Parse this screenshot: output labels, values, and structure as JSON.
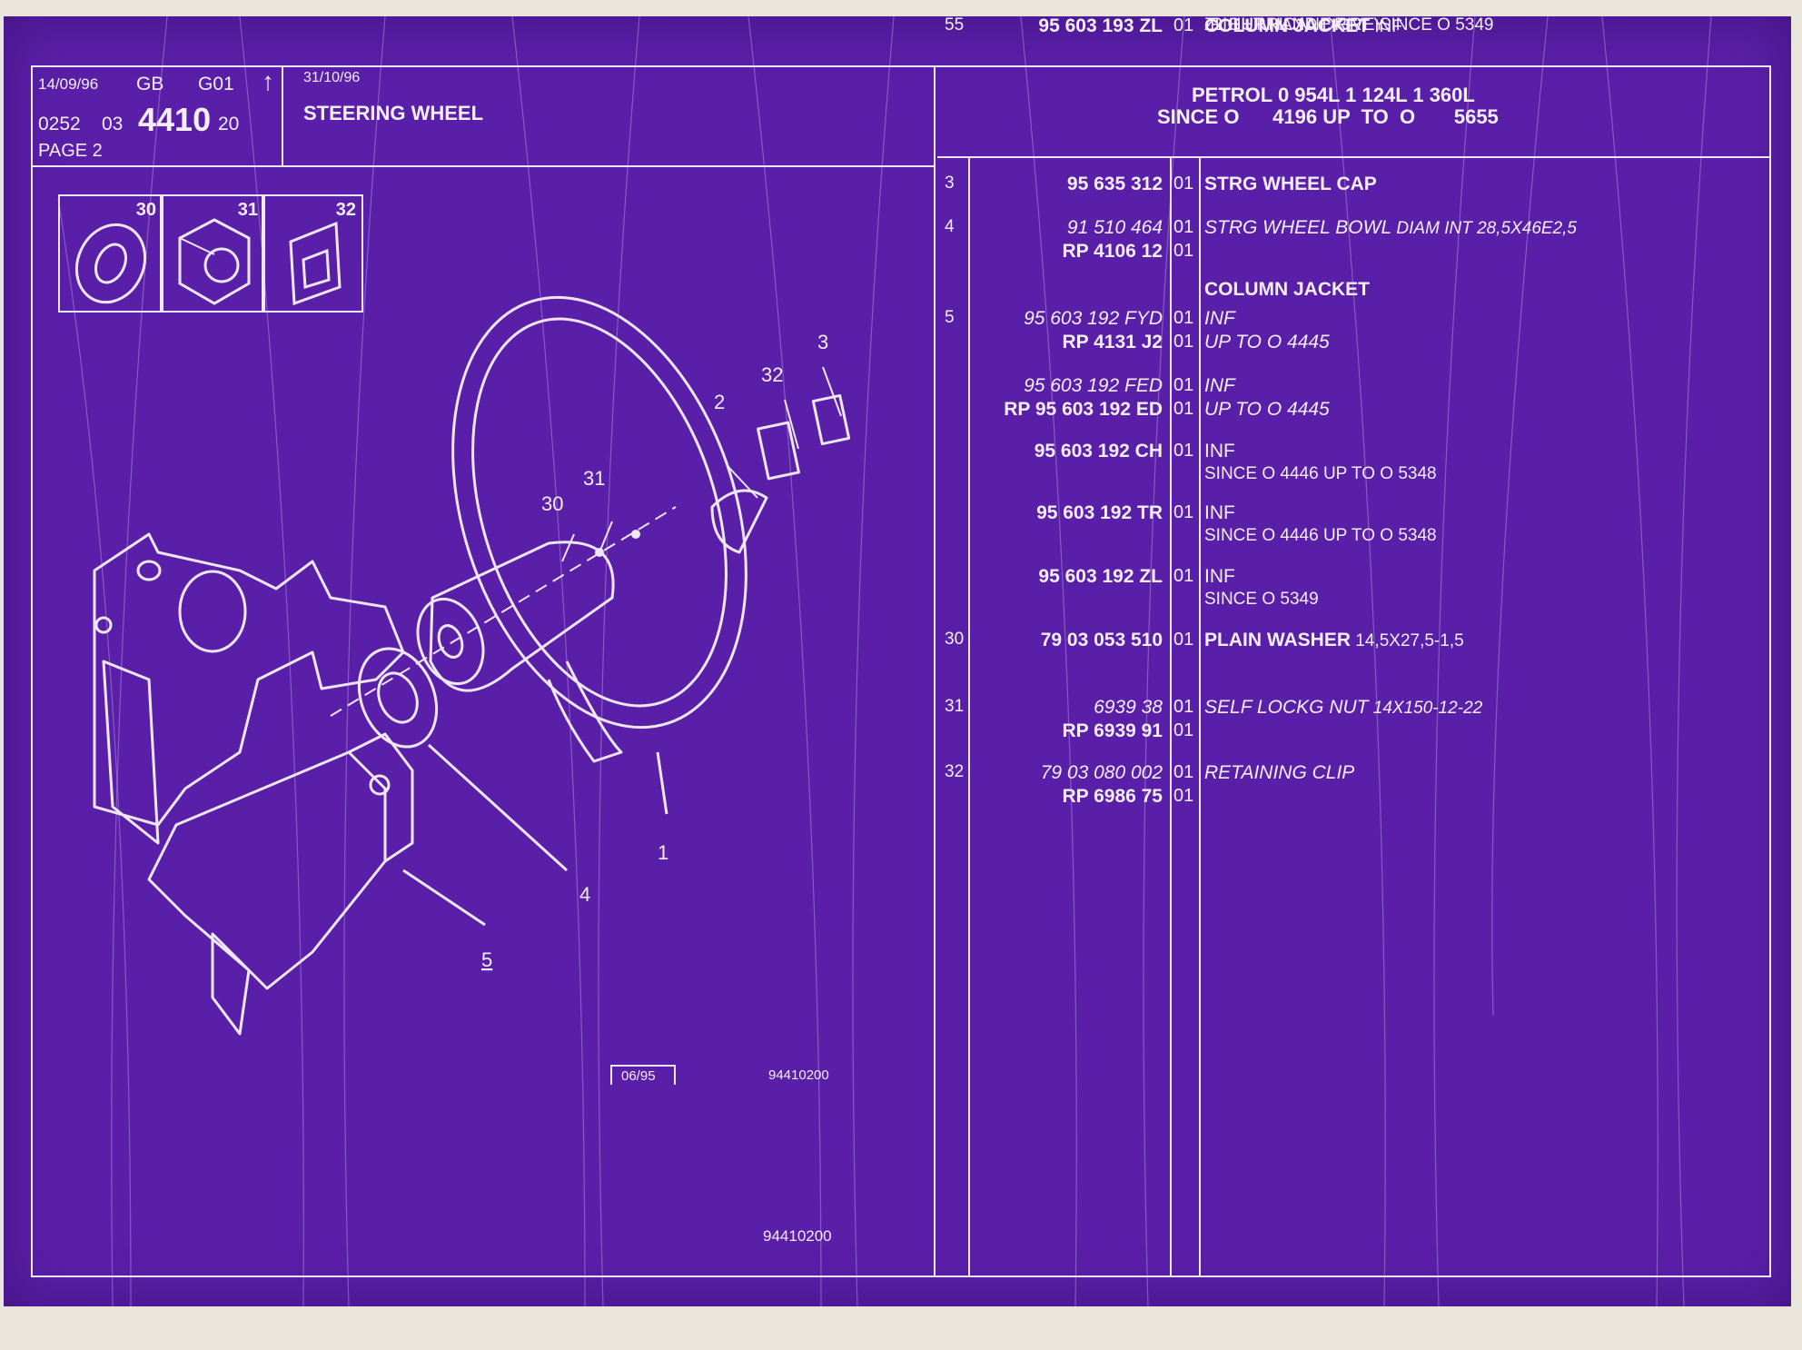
{
  "header": {
    "date_left": "14/09/96",
    "country": "GB",
    "group_code": "G01",
    "arrow_glyph": "↑",
    "code_a": "0252",
    "code_b": "03",
    "section": "4410",
    "code_c": "20",
    "page": "PAGE 2",
    "date_right": "31/10/96",
    "title": "STEERING WHEEL",
    "engine_line": "PETROL 0 954L 1 124L 1 360L",
    "range_line": "SINCE O      4196 UP  TO  O       5655"
  },
  "thumbnails": [
    {
      "num": "30",
      "icon": "washer-icon"
    },
    {
      "num": "31",
      "icon": "nut-icon"
    },
    {
      "num": "32",
      "icon": "clip-icon"
    }
  ],
  "diagram": {
    "callouts": [
      "1",
      "2",
      "3",
      "4",
      "5",
      "30",
      "31",
      "32"
    ],
    "date_box": "06/95",
    "ref_code": "94410200",
    "bottom_code": "94410200"
  },
  "parts": [
    {
      "ref": "3",
      "lines": [
        {
          "pn": "95 635 312",
          "pn_style": "b",
          "qty": "01",
          "desc": "STRG WHEEL CAP",
          "desc_style": "b"
        }
      ]
    },
    {
      "ref": "4",
      "lines": [
        {
          "pn": "91 510 464",
          "pn_style": "i",
          "qty": "01",
          "desc": "STRG WHEEL BOWL",
          "desc_style": "i",
          "extra": "DIAM INT 28,5X46E2,5"
        },
        {
          "pn": "RP  4106 12",
          "pn_style": "b",
          "qty": "01",
          "desc": ""
        }
      ]
    },
    {
      "ref": "",
      "heading": "COLUMN JACKET"
    },
    {
      "ref": "5",
      "lines": [
        {
          "pn": "95 603 192 FYD",
          "pn_style": "i",
          "qty": "01",
          "desc": "INF",
          "desc_style": "i"
        },
        {
          "pn": "RP  4131 J2",
          "pn_style": "b",
          "qty": "01",
          "desc": "UP  TO  O  4445",
          "desc_style": "i"
        }
      ]
    },
    {
      "ref": "",
      "lines": [
        {
          "pn": "95 603 192 FED",
          "pn_style": "i",
          "qty": "01",
          "desc": "INF",
          "desc_style": "i"
        },
        {
          "pn": "RP  95 603 192 ED",
          "pn_style": "b",
          "qty": "01",
          "desc": "UP  TO  O  4445",
          "desc_style": "i"
        }
      ]
    },
    {
      "ref": "",
      "lines": [
        {
          "pn": "95 603 192 CH",
          "pn_style": "b",
          "qty": "01",
          "desc": "INF",
          "desc_style": ""
        },
        {
          "pn": "",
          "qty": "",
          "desc": "SINCE  O  4446 UP  TO  O  5348",
          "desc_style": ""
        }
      ]
    },
    {
      "ref": "",
      "lines": [
        {
          "pn": "95 603 192 TR",
          "pn_style": "b",
          "qty": "01",
          "desc": "INF",
          "desc_style": ""
        },
        {
          "pn": "",
          "qty": "",
          "desc": "SINCE  O  4446 UP  TO  O  5348",
          "desc_style": ""
        }
      ]
    },
    {
      "ref": "",
      "lines": [
        {
          "pn": "95 603 192 ZL",
          "pn_style": "b",
          "qty": "01",
          "desc": "INF",
          "desc_style": ""
        },
        {
          "pn": "",
          "qty": "",
          "desc": "SINCE  O  5349",
          "desc_style": ""
        }
      ]
    },
    {
      "ref": "30",
      "lines": [
        {
          "pn": "79 03 053 510",
          "pn_style": "b",
          "qty": "01",
          "desc": "PLAIN WASHER",
          "desc_style": "b",
          "extra": "14,5X27,5-1,5"
        }
      ]
    },
    {
      "ref": "31",
      "lines": [
        {
          "pn": "6939 38",
          "pn_style": "i",
          "qty": "01",
          "desc": "SELF LOCKG NUT",
          "desc_style": "i",
          "extra": "14X150-12-22"
        },
        {
          "pn": "RP  6939 91",
          "pn_style": "b",
          "qty": "01",
          "desc": ""
        }
      ]
    },
    {
      "ref": "32",
      "lines": [
        {
          "pn": "79 03 080 002",
          "pn_style": "i",
          "qty": "01",
          "desc": "RETAINING CLIP",
          "desc_style": "i"
        },
        {
          "pn": "RP  6986 75",
          "pn_style": "b",
          "qty": "01",
          "desc": ""
        }
      ]
    },
    {
      "ref": "55",
      "lines": [
        {
          "pn": "95 603 193 ZL",
          "pn_style": "b",
          "qty": "01",
          "desc": "COLUMN JACKET",
          "desc_style": "b",
          "extra": "INF"
        },
        {
          "pn": "",
          "qty": "",
          "desc": "ZL HURRICANE GREY",
          "desc_style": ""
        },
        {
          "pn": "",
          "qty": "",
          "desc": "-RIGHT HAND DRIVE SINCE  O  5349",
          "desc_style": ""
        }
      ]
    }
  ],
  "colors": {
    "sheet": "#5a1fa8",
    "ink": "#f4eef8",
    "paper": "#e9e4dc"
  }
}
